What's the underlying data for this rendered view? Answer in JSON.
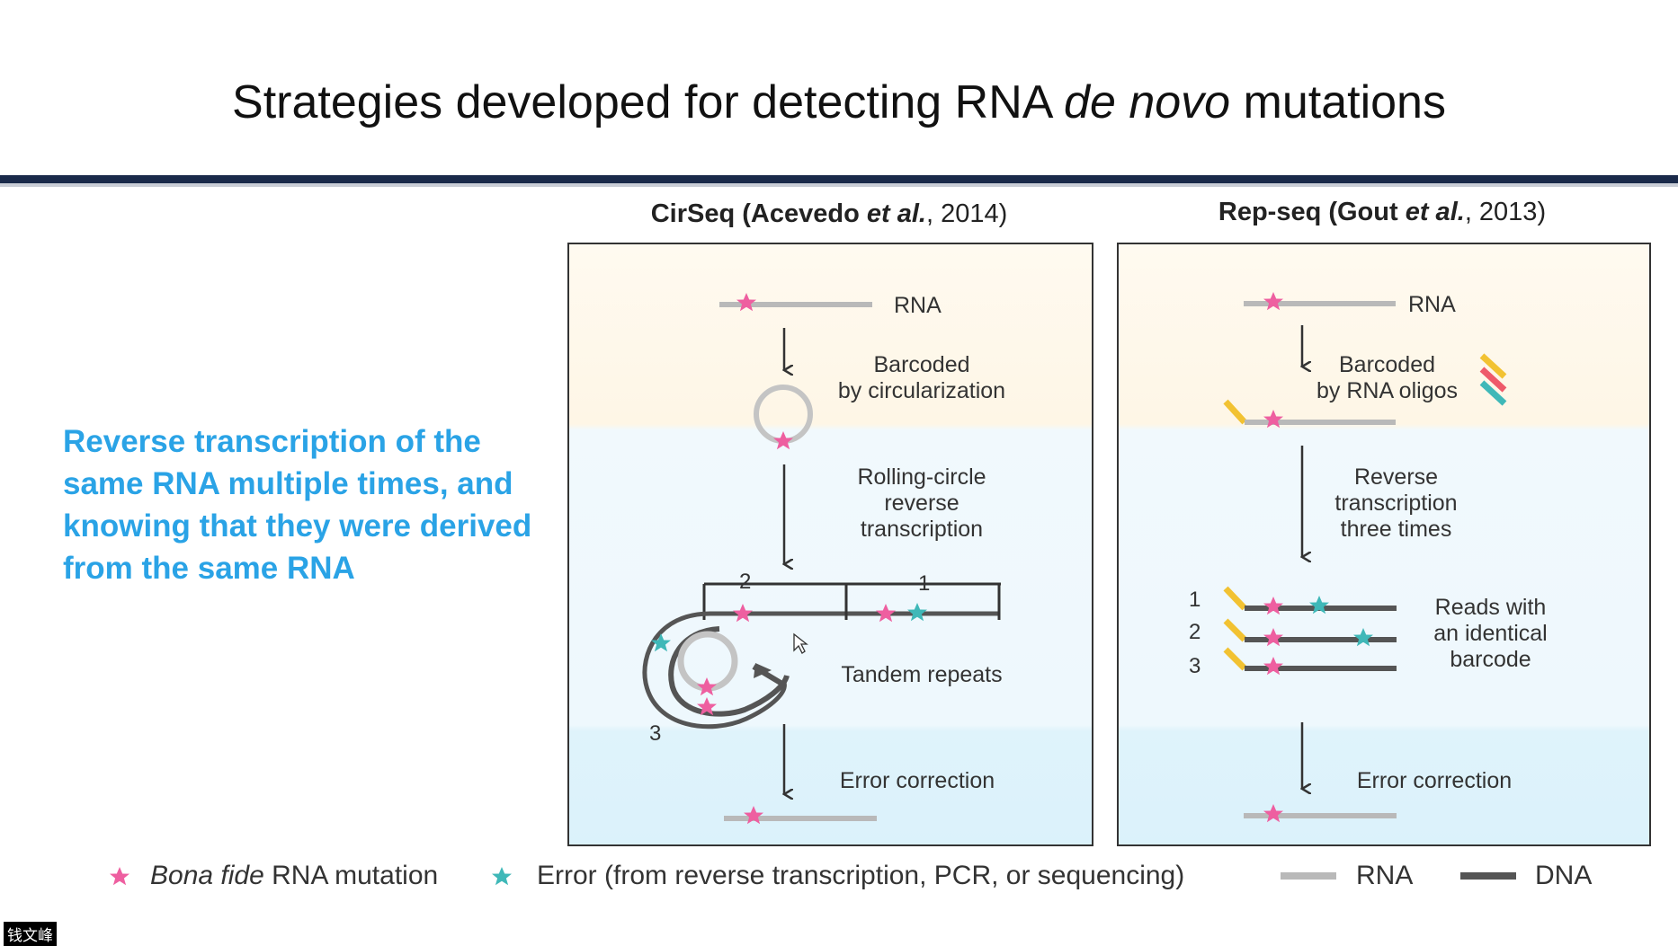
{
  "slide": {
    "title_before": "Strategies developed for detecting RNA ",
    "title_italic": "de novo",
    "title_after": " mutations",
    "left_text": "Reverse transcription of the same RNA multiple times, and knowing that they were derived from the same RNA",
    "watermark": "钱文峰"
  },
  "cirseq": {
    "title_name": "CirSeq (Acevedo ",
    "title_italic": "et al.",
    "title_year": ", 2014)",
    "rna_label": "RNA",
    "step1": "Barcoded\nby circularization",
    "step2": "Rolling-circle\nreverse\ntranscription",
    "repeat_num_1": "1",
    "repeat_num_2": "2",
    "repeat_num_3": "3",
    "step3": "Tandem repeats",
    "step4": "Error correction"
  },
  "repseq": {
    "title_name": "Rep-seq (Gout ",
    "title_italic": "et al.",
    "title_year": ", 2013)",
    "rna_label": "RNA",
    "step1": "Barcoded\nby RNA oligos",
    "step2": "Reverse\ntranscription\nthree times",
    "read_num_1": "1",
    "read_num_2": "2",
    "read_num_3": "3",
    "step3": "Reads with\nan identical\nbarcode",
    "step4": "Error correction"
  },
  "legend": {
    "mutation_italic": "Bona fide",
    "mutation_rest": " RNA mutation",
    "error": "Error (from reverse transcription, PCR, or sequencing)",
    "rna": "RNA",
    "dna": "DNA"
  },
  "colors": {
    "mutation_star": "#ee5fa0",
    "error_star": "#3fb8b8",
    "rna_line": "#b9b9b9",
    "dna_line": "#555555",
    "left_text": "#2aa3e6",
    "title_bar": "#1a2a4a",
    "oligo_yellow": "#f2c232",
    "oligo_red": "#ee5a6a",
    "oligo_teal": "#3fb8b8"
  },
  "icons": [
    "pink-star-icon",
    "teal-star-icon",
    "down-arrow-icon",
    "rna-line-icon",
    "dna-line-icon"
  ]
}
